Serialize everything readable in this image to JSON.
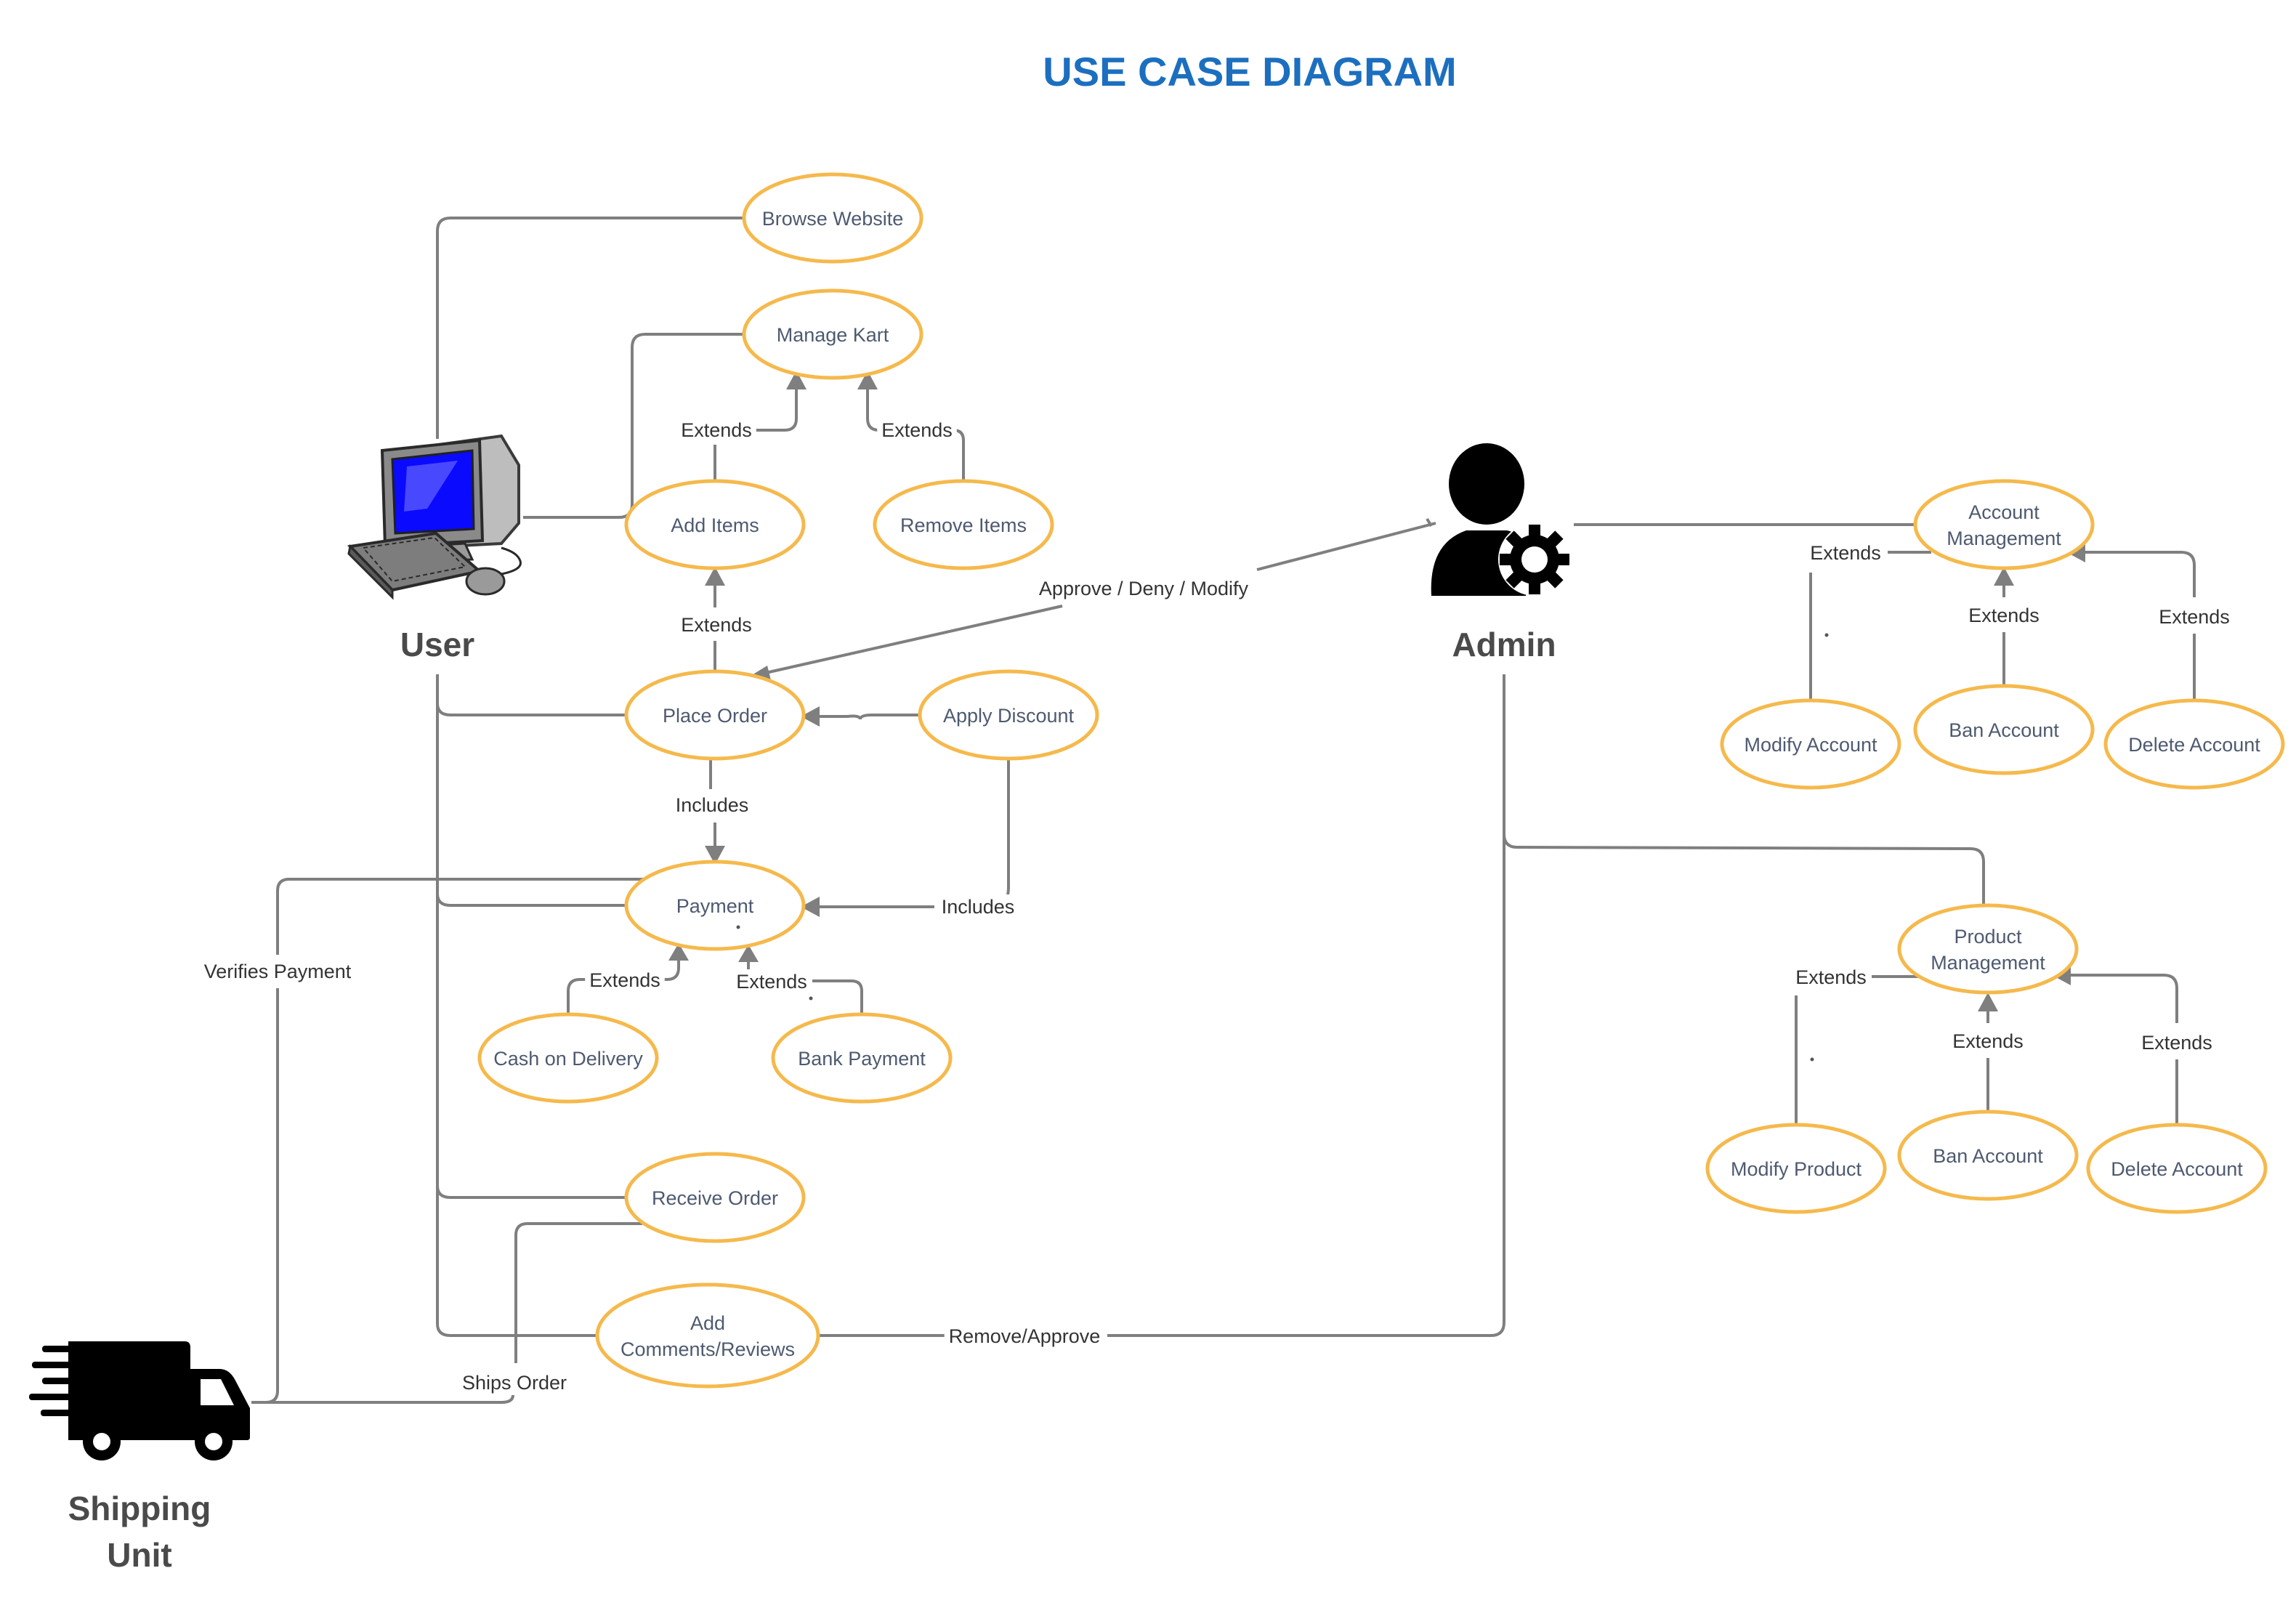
{
  "title": "USE CASE DIAGRAM",
  "colors": {
    "title": "#1c6fbf",
    "use_case_border": "#f5b94c",
    "use_case_text": "#4e5a70",
    "connector": "#7f7f7f",
    "actor_text": "#4a4a4a"
  },
  "actors": {
    "user": {
      "label": "User",
      "icon": "desktop-computer-icon"
    },
    "admin": {
      "label": "Admin",
      "icon": "admin-gear-user-icon"
    },
    "shipping": {
      "label_line1": "Shipping",
      "label_line2": "Unit",
      "icon": "delivery-truck-icon"
    }
  },
  "use_cases": {
    "browse_website": "Browse Website",
    "manage_kart": "Manage Kart",
    "add_items": "Add Items",
    "remove_items": "Remove Items",
    "place_order": "Place Order",
    "apply_discount": "Apply Discount",
    "payment": "Payment",
    "cash_on_delivery": "Cash on Delivery",
    "bank_payment": "Bank Payment",
    "receive_order": "Receive Order",
    "add_comments_line1": "Add",
    "add_comments_line2": "Comments/Reviews",
    "account_management_line1": "Account",
    "account_management_line2": "Management",
    "modify_account": "Modify Account",
    "ban_account_1": "Ban Account",
    "delete_account_1": "Delete Account",
    "product_management_line1": "Product",
    "product_management_line2": "Management",
    "modify_product": "Modify Product",
    "ban_account_2": "Ban Account",
    "delete_account_2": "Delete Account"
  },
  "relations": {
    "extends": "Extends",
    "includes": "Includes",
    "approve_deny_modify": "Approve / Deny / Modify",
    "verifies_payment": "Verifies Payment",
    "ships_order": "Ships Order",
    "remove_approve": "Remove/Approve"
  }
}
